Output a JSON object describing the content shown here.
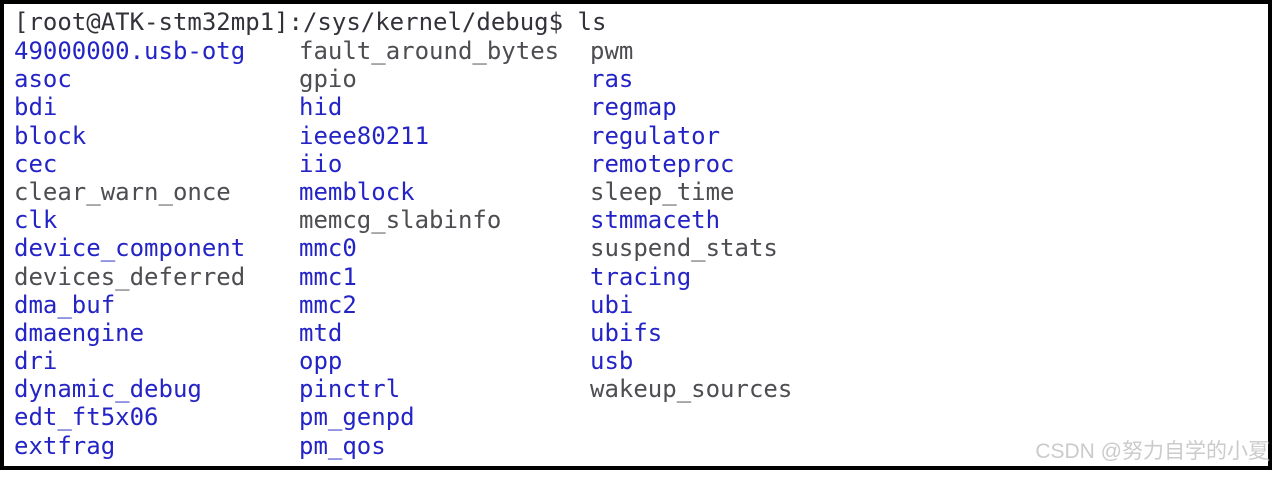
{
  "colors": {
    "directory": "#2424c6",
    "file": "#4d4d52",
    "prompt_text": "#32323a",
    "border": "#000000",
    "background": "#ffffff",
    "watermark": "#cbcbcb"
  },
  "terminal": {
    "prompt": "[root@ATK-stm32mp1]:/sys/kernel/debug$",
    "command": "ls",
    "listing": [
      {
        "name": "49000000.usb-otg",
        "type": "dir"
      },
      {
        "name": "asoc",
        "type": "dir"
      },
      {
        "name": "bdi",
        "type": "dir"
      },
      {
        "name": "block",
        "type": "dir"
      },
      {
        "name": "cec",
        "type": "dir"
      },
      {
        "name": "clear_warn_once",
        "type": "file"
      },
      {
        "name": "clk",
        "type": "dir"
      },
      {
        "name": "device_component",
        "type": "dir"
      },
      {
        "name": "devices_deferred",
        "type": "file"
      },
      {
        "name": "dma_buf",
        "type": "dir"
      },
      {
        "name": "dmaengine",
        "type": "dir"
      },
      {
        "name": "dri",
        "type": "dir"
      },
      {
        "name": "dynamic_debug",
        "type": "dir"
      },
      {
        "name": "edt_ft5x06",
        "type": "dir"
      },
      {
        "name": "extfrag",
        "type": "dir"
      },
      {
        "name": "fault_around_bytes",
        "type": "file"
      },
      {
        "name": "gpio",
        "type": "file"
      },
      {
        "name": "hid",
        "type": "dir"
      },
      {
        "name": "ieee80211",
        "type": "dir"
      },
      {
        "name": "iio",
        "type": "dir"
      },
      {
        "name": "memblock",
        "type": "dir"
      },
      {
        "name": "memcg_slabinfo",
        "type": "file"
      },
      {
        "name": "mmc0",
        "type": "dir"
      },
      {
        "name": "mmc1",
        "type": "dir"
      },
      {
        "name": "mmc2",
        "type": "dir"
      },
      {
        "name": "mtd",
        "type": "dir"
      },
      {
        "name": "opp",
        "type": "dir"
      },
      {
        "name": "pinctrl",
        "type": "dir"
      },
      {
        "name": "pm_genpd",
        "type": "dir"
      },
      {
        "name": "pm_qos",
        "type": "dir"
      },
      {
        "name": "pwm",
        "type": "file"
      },
      {
        "name": "ras",
        "type": "dir"
      },
      {
        "name": "regmap",
        "type": "dir"
      },
      {
        "name": "regulator",
        "type": "dir"
      },
      {
        "name": "remoteproc",
        "type": "dir"
      },
      {
        "name": "sleep_time",
        "type": "file"
      },
      {
        "name": "stmmaceth",
        "type": "dir"
      },
      {
        "name": "suspend_stats",
        "type": "file"
      },
      {
        "name": "tracing",
        "type": "dir"
      },
      {
        "name": "ubi",
        "type": "dir"
      },
      {
        "name": "ubifs",
        "type": "dir"
      },
      {
        "name": "usb",
        "type": "dir"
      },
      {
        "name": "wakeup_sources",
        "type": "file"
      }
    ]
  },
  "watermark": {
    "text": "CSDN @努力自学的小夏"
  }
}
